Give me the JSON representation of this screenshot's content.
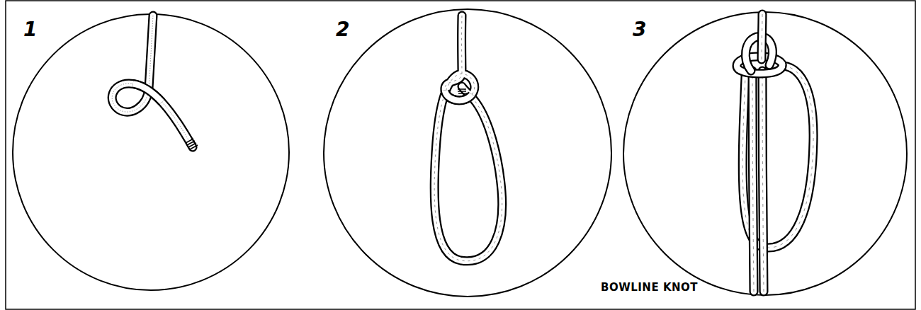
{
  "diagram": {
    "labels": [
      "1",
      "2",
      "3",
      "BOWLINE KNOT"
    ]
  }
}
